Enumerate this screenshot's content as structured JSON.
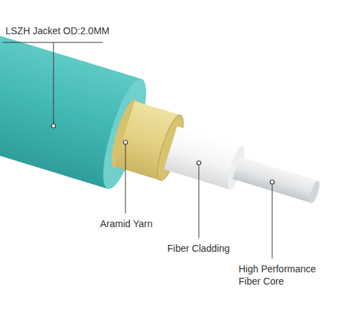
{
  "diagram": {
    "labels": [
      "LSZH Jacket OD:2.0MM",
      "Aramid Yarn",
      "Fiber Cladding",
      "High Performance Fiber Core"
    ]
  }
}
